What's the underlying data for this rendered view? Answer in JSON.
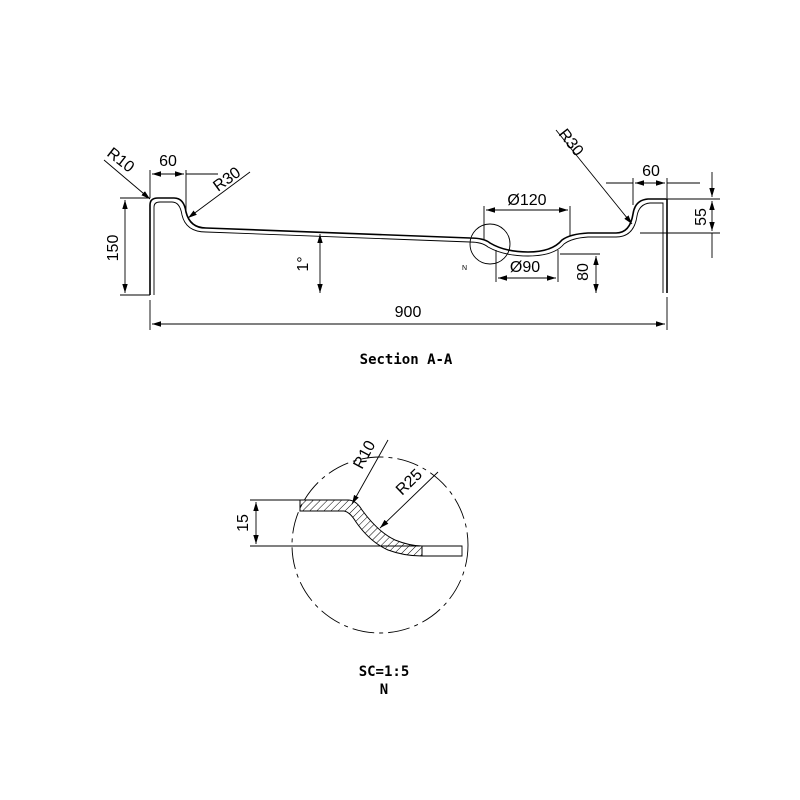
{
  "section": {
    "caption": "Section A-A",
    "dimensions": {
      "r10": "R10",
      "top_left_60": "60",
      "r30_left": "R30",
      "r30_right": "R30",
      "top_right_60": "60",
      "height_55": "55",
      "height_150": "150",
      "slope": "1°",
      "dia_120": "Ø120",
      "dia_90": "Ø90",
      "height_80": "80",
      "width_900": "900",
      "detail_mark": "N"
    }
  },
  "detail": {
    "r10": "R10",
    "r25": "R25",
    "depth_15": "15",
    "scale": "SC=1:5",
    "label": "N"
  }
}
